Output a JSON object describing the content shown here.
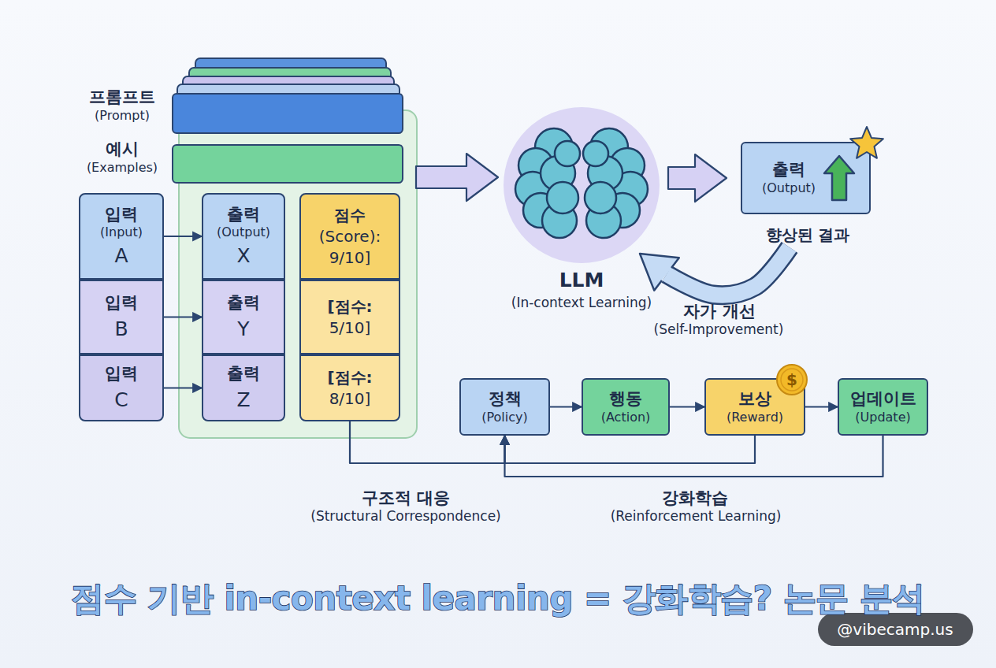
{
  "diagram": {
    "title": "점수 기반 in-context learning = 강화학습? 논문 분석",
    "nodes": [
      {
        "text": [
          "프롬프트",
          "(Prompt)"
        ]
      },
      {
        "text": [
          "예시",
          "(Examples)"
        ]
      },
      {
        "text": [
          "입력",
          "(Input)",
          "A"
        ]
      },
      {
        "text": [
          "출력",
          "(Output)",
          "X"
        ]
      },
      {
        "text": [
          "점수 (Score): 9/10]"
        ]
      },
      {
        "text": [
          "입력",
          "B"
        ]
      },
      {
        "text": [
          "출력",
          "Y"
        ]
      },
      {
        "text": [
          "[점수: 5/10]"
        ]
      },
      {
        "text": [
          "입력",
          "C"
        ]
      },
      {
        "text": [
          "출력",
          "Z"
        ]
      },
      {
        "text": [
          "[점수: 8/10]"
        ]
      },
      {
        "text": [
          "LLM",
          "(In-context Learning)"
        ]
      },
      {
        "text": [
          "출력",
          "(Output)",
          "향상된 결과"
        ]
      },
      {
        "text": [
          "정책",
          "(Policy)"
        ]
      },
      {
        "text": [
          "행동",
          "(Action)"
        ]
      },
      {
        "text": [
          "보상",
          "(Reward)"
        ]
      },
      {
        "text": [
          "업데이트",
          "(Update)"
        ]
      }
    ],
    "edges": [
      {
        "from": 2,
        "to": 3,
        "arrow": "to"
      },
      {
        "from": 5,
        "to": 6,
        "arrow": "to"
      },
      {
        "from": 8,
        "to": 9,
        "arrow": "to"
      },
      {
        "from": 1,
        "to": 11,
        "arrow": "to"
      },
      {
        "from": 11,
        "to": 12,
        "arrow": "to"
      },
      {
        "from": 12,
        "to": 11,
        "arrow": "to"
      },
      {
        "from": 10,
        "to": 13,
        "arrow": "to"
      },
      {
        "from": 13,
        "to": 14,
        "arrow": "to"
      },
      {
        "from": 14,
        "to": 15,
        "arrow": "to"
      },
      {
        "from": 15,
        "to": 16,
        "arrow": "to"
      },
      {
        "from": 15,
        "to": 13,
        "arrow": "to"
      },
      {
        "from": 16,
        "to": 13,
        "arrow": "to"
      }
    ],
    "labels": [
      "자가 개선",
      "(Self-Improvement)",
      "구조적 대응",
      "(Structural Correspondence)",
      "강화학습",
      "(Reinforcement Learning)",
      "$",
      "@vibecamp.us"
    ]
  }
}
